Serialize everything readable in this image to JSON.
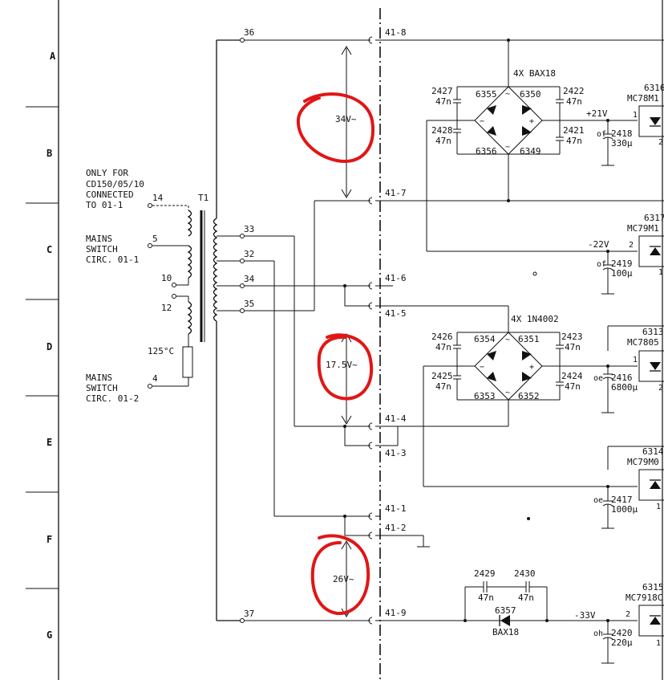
{
  "rows": [
    "A",
    "B",
    "C",
    "D",
    "E",
    "F",
    "G"
  ],
  "note_cd": [
    "ONLY FOR",
    "CD150/05/10",
    "CONNECTED",
    "TO 01-1"
  ],
  "note_mains1": [
    "MAINS",
    "SWITCH",
    "CIRC. 01-1"
  ],
  "note_mains2": [
    "MAINS",
    "SWITCH",
    "CIRC. 01-2"
  ],
  "transformer": {
    "ref": "T1",
    "thermal": "125°C"
  },
  "primary_pins": [
    "14",
    "5",
    "10",
    "12",
    "4"
  ],
  "secondary_pins": [
    "36",
    "33",
    "32",
    "34",
    "35",
    "37"
  ],
  "connector_pins": [
    "41-8",
    "41-7",
    "41-6",
    "41-5",
    "41-4",
    "41-3",
    "41-1",
    "41-2",
    "41-9"
  ],
  "annotations": {
    "v1": "34V~",
    "v2": "17.5V~",
    "v3": "26V~"
  },
  "bridge1": {
    "label": "4X BAX18",
    "d1": "6355",
    "d2": "6350",
    "d3": "6356",
    "d4": "6349"
  },
  "bridge2": {
    "label": "4X 1N4002",
    "d1": "6354",
    "d2": "6351",
    "d3": "6353",
    "d4": "6352"
  },
  "caps": {
    "c2427": [
      "2427",
      "47n"
    ],
    "c2428": [
      "2428",
      "47n"
    ],
    "c2422": [
      "2422",
      "47n"
    ],
    "c2421": [
      "2421",
      "47n"
    ],
    "c2426": [
      "2426",
      "47n"
    ],
    "c2425": [
      "2425",
      "47n"
    ],
    "c2423": [
      "2423",
      "47n"
    ],
    "c2424": [
      "2424",
      "47n"
    ],
    "c2429": [
      "2429",
      "47n"
    ],
    "c2430": [
      "2430",
      "47n"
    ],
    "c2418": [
      "2418",
      "330µ"
    ],
    "c2419": [
      "2419",
      "100µ"
    ],
    "c2416": [
      "2416",
      "6800µ"
    ],
    "c2417": [
      "2417",
      "1000µ"
    ],
    "c2420": [
      "2420",
      "220µ"
    ]
  },
  "cap_prefix": {
    "p2418": "of",
    "p2419": "of",
    "p2416": "oe",
    "p2417": "oe",
    "p2420": "oh"
  },
  "rails": {
    "r1": "+21V",
    "r2": "-22V",
    "r3": "-33V"
  },
  "regs": {
    "u6316": [
      "6316",
      "MC78M1"
    ],
    "u6317": [
      "6317",
      "MC79M1"
    ],
    "u6313": [
      "6313",
      "MC7805"
    ],
    "u6314": [
      "6314",
      "MC79M0"
    ],
    "u6315": [
      "6315",
      "MC7918C"
    ]
  },
  "reg_pins": {
    "a": "1",
    "b": "2",
    "c": "2",
    "d": "1",
    "e": "1",
    "f": "2",
    "g": "1",
    "h": "2",
    "i": "1"
  },
  "diode6357": [
    "6357",
    "BAX18"
  ]
}
